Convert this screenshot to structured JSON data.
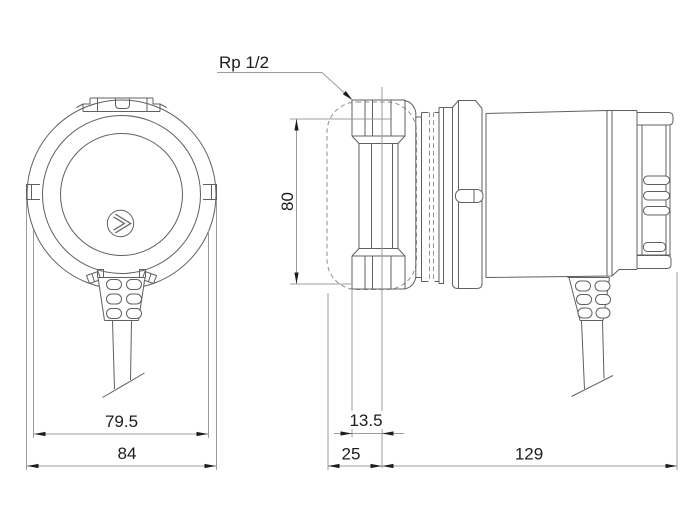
{
  "labels": {
    "thread": "Rp 1/2"
  },
  "dimensions": {
    "port_height": "80",
    "body_width": "79.5",
    "overall_width": "84",
    "axis_offset": "13.5",
    "port_depth": "25",
    "length": "129"
  },
  "colors": {
    "background": "#ffffff",
    "line": "#606060",
    "hidden_line": "#8f8f8f",
    "dimension_line": "#9c9c9c",
    "annotation": "#1c1c1c"
  }
}
